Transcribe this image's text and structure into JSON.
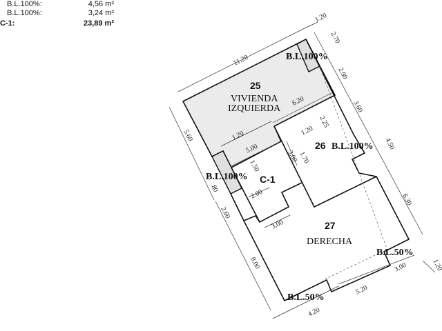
{
  "legend": {
    "rows": [
      {
        "label": "B.L.100%:",
        "value": "4,56 m²"
      },
      {
        "label": "B.L.100%:",
        "value": "3,24 m²"
      }
    ],
    "total": {
      "label": "C-1:",
      "value": "23,89 m²"
    }
  },
  "plan": {
    "unit_25": {
      "number": "25",
      "name_line1": "VIVIENDA",
      "name_line2": "IZQUIERDA"
    },
    "unit_26": {
      "number": "26"
    },
    "unit_27": {
      "number": "27",
      "name": "DERECHA"
    },
    "common": {
      "label": "C-1"
    },
    "bl_labels": [
      "B.L.100%",
      "B.L.100%",
      "B.L.100%",
      "B.L.50%",
      "B.L.50%"
    ],
    "dimensions": {
      "top": "11.20",
      "top_right": "1.20",
      "r1": "2.70",
      "r2": "2.90",
      "r3": "3.60",
      "r4": "4.50",
      "r5": "6.30",
      "right_small": "1.20",
      "b1": "3.00",
      "b2": "5.20",
      "b3": "4.20",
      "l1": "5.60",
      "l2": ".80",
      "l3": "2.60",
      "l4": "8.00",
      "i_620": "6.20",
      "i_120a": "1.20",
      "i_500": "5.00",
      "i_225": "2.25",
      "i_120b": "1.20",
      "i_170": "1.70",
      "i_300a": "3.00",
      "i_200": "2.00",
      "i_150": "1.50",
      "i_300b": "3.00"
    },
    "colors": {
      "shaded": "#ebebeb",
      "line": "#111111"
    }
  }
}
